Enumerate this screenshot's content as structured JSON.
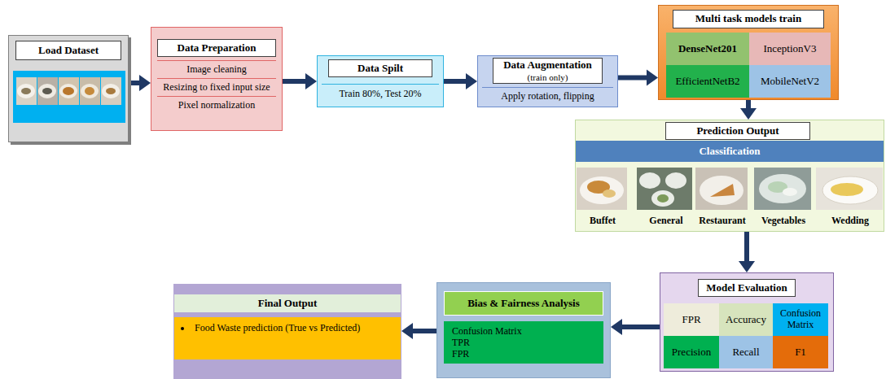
{
  "diagram": {
    "nodes": [
      {
        "text": [
          "Load Dataset"
        ]
      },
      {
        "text": [
          "Data Preparation",
          "Image cleaning",
          "Resizing to fixed input size",
          "Pixel normalization"
        ]
      },
      {
        "text": [
          "Data Spilt",
          "Train 80%, Test 20%"
        ]
      },
      {
        "text": [
          "Data Augmentation",
          "(train only)",
          "Apply rotation, flipping"
        ]
      },
      {
        "text": [
          "Multi task models train"
        ]
      },
      {
        "text": [
          "DenseNet201"
        ],
        "in": 4
      },
      {
        "text": [
          "InceptionV3"
        ],
        "in": 4
      },
      {
        "text": [
          "EfficientNetB2"
        ],
        "in": 4
      },
      {
        "text": [
          "MobileNetV2"
        ],
        "in": 4
      },
      {
        "text": [
          "Prediction Output",
          "Buffet",
          "General",
          "Restaurant",
          "Vegetables",
          "Wedding"
        ]
      },
      {
        "text": [
          "Classification"
        ],
        "in": 9
      },
      {
        "text": [
          "Model Evaluation"
        ]
      },
      {
        "text": [
          "FPR"
        ],
        "in": 11
      },
      {
        "text": [
          "Accuracy"
        ],
        "in": 11
      },
      {
        "text": [
          "Confusion Matrix"
        ],
        "in": 11
      },
      {
        "text": [
          "Precision"
        ],
        "in": 11
      },
      {
        "text": [
          "Recall"
        ],
        "in": 11
      },
      {
        "text": [
          "F1"
        ],
        "in": 11
      },
      {
        "text": [
          "Bias & Fairness Analysis",
          "Confusion Matrix",
          "TPR",
          "FPR"
        ]
      },
      {
        "text": [
          "Final Output",
          "Food Waste prediction (True vs Predicted)"
        ]
      }
    ],
    "edges": [
      {
        "from": 0,
        "to": 1,
        "arrow": "to"
      },
      {
        "from": 1,
        "to": 2,
        "arrow": "to"
      },
      {
        "from": 2,
        "to": 3,
        "arrow": "to"
      },
      {
        "from": 3,
        "to": 4,
        "arrow": "to"
      },
      {
        "from": 4,
        "to": 9,
        "arrow": "to"
      },
      {
        "from": 9,
        "to": 11,
        "arrow": "to"
      },
      {
        "from": 11,
        "to": 18,
        "arrow": "to"
      },
      {
        "from": 18,
        "to": 19,
        "arrow": "to"
      }
    ]
  }
}
